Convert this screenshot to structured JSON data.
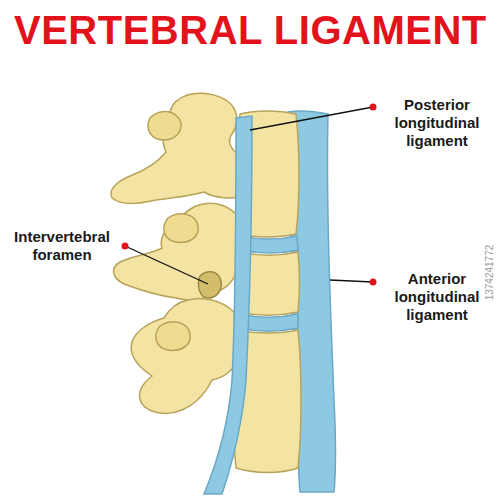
{
  "diagram": {
    "title": "VERTEBRAL LIGAMENT",
    "labels": [
      "Posterior longitudinal ligament",
      "Intervertebral foramen",
      "Anterior longitudinal ligament",
      "1374241772"
    ]
  }
}
